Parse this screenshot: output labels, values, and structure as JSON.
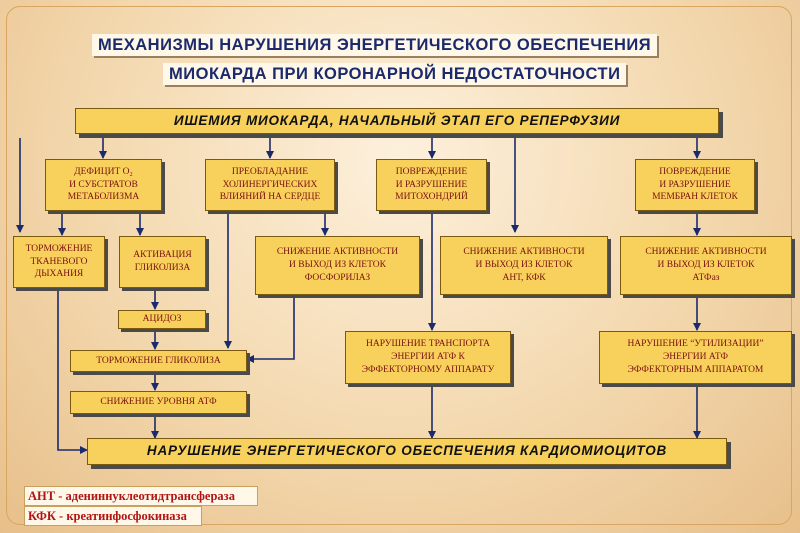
{
  "title": {
    "line1": "МЕХАНИЗМЫ  НАРУШЕНИЯ  ЭНЕРГЕТИЧЕСКОГО  ОБЕСПЕЧЕНИЯ",
    "line2": "МИОКАРДА ПРИ  КОРОНАРНОЙ  НЕДОСТАТОЧНОСТИ"
  },
  "top_box": "ИШЕМИЯ  МИОКАРДА,  НАЧАЛЬНЫЙ  ЭТАП  ЕГО  РЕПЕРФУЗИИ",
  "level1": {
    "deficit": "ДЕФИЦИТ О₂\nИ СУБСТРАТОВ\nМЕТАБОЛИЗМА",
    "cholinergic": "ПРЕОБЛАДАНИЕ\nХОЛИНЕРГИЧЕСКИХ\nВЛИЯНИЙ НА СЕРДЦЕ",
    "mito": "ПОВРЕЖДЕНИЕ\nИ РАЗРУШЕНИЕ\nМИТОХОНДРИЙ",
    "membranes": "ПОВРЕЖДЕНИЕ\nИ РАЗРУШЕНИЕ\nМЕМБРАН КЛЕТОК"
  },
  "level2": {
    "tissue_resp": "ТОРМОЖЕНИЕ\nТКАНЕВОГО\nДЫХАНИЯ",
    "glycolysis_act": "АКТИВАЦИЯ\nГЛИКОЛИЗА",
    "phosphorylase": "СНИЖЕНИЕ АКТИВНОСТИ\nИ ВЫХОД ИЗ КЛЕТОК\nФОСФОРИЛАЗ",
    "ant_kfk": "СНИЖЕНИЕ АКТИВНОСТИ\nИ ВЫХОД ИЗ КЛЕТОК\nАНТ, КФК",
    "atfaz": "СНИЖЕНИЕ АКТИВНОСТИ\nИ ВЫХОД ИЗ КЛЕТОК\nАТФаз"
  },
  "acidosis": "АЦИДОЗ",
  "glycolysis_inhib": "ТОРМОЖЕНИЕ ГЛИКОЛИЗА",
  "atp_decrease": "СНИЖЕНИЕ УРОВНЯ  АТФ",
  "transport": "НАРУШЕНИЕ ТРАНСПОРТА\nЭНЕРГИИ АТФ  К\nЭФФЕКТОРНОМУ АППАРАТУ",
  "utilization": "НАРУШЕНИЕ    “УТИЛИЗАЦИИ”\nЭНЕРГИИ  АТФ\nЭФФЕКТОРНЫМ АППАРАТОМ",
  "bottom_box": "НАРУШЕНИЕ  ЭНЕРГЕТИЧЕСКОГО   ОБЕСПЕЧЕНИЯ   КАРДИОМИОЦИТОВ",
  "legend": {
    "ant": "АНТ - адениннуклеотидтрансфераза",
    "kfk": "КФК - креатинфосфокиназа"
  }
}
